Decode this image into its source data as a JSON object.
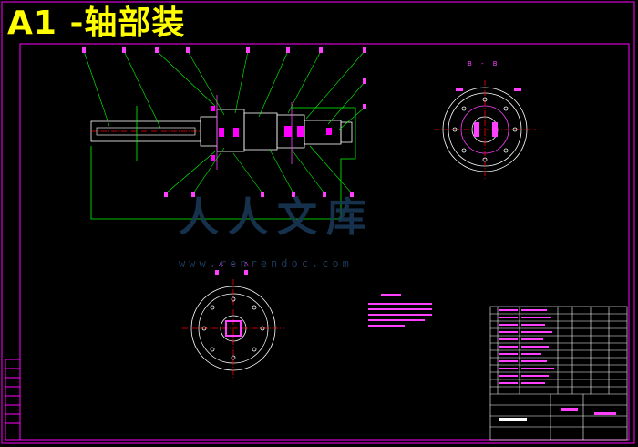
{
  "drawing_title": "A1 -轴部装",
  "watermark": {
    "brand": "人人文库",
    "url": "www.renrendoc.com"
  },
  "section_labels": {
    "section_a": "B - B",
    "section_b": "A - A"
  },
  "colors": {
    "background": "#000000",
    "frame": "#ff00ff",
    "lines": "#ffffff",
    "title": "#ffff00",
    "dimension": "#00ff00",
    "watermark": "#1b3a5a"
  }
}
